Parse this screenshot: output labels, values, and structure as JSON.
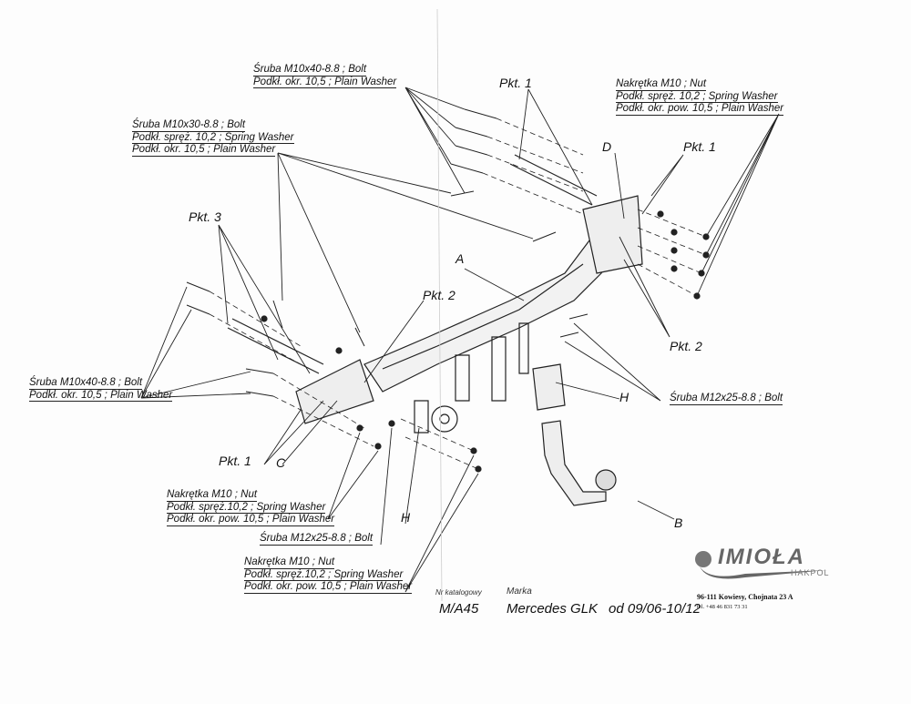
{
  "callouts": {
    "top_bolt": [
      "Śruba M10x40-8.8 ;  Bolt",
      "Podkł. okr. 10,5 ; Plain Washer"
    ],
    "left_top_bolt": [
      "Śruba M10x30-8.8 ;  Bolt",
      "Podkł. spręż. 10,2 ; Spring Washer",
      "Podkł. okr. 10,5 ; Plain Washer"
    ],
    "right_nut": [
      "Nakrętka  M10 ; Nut",
      "Podkł. spręż. 10,2 ; Spring Washer",
      "Podkł. okr. pow. 10,5 ; Plain Washer"
    ],
    "left_bolt": [
      "Śruba M10x40-8.8 ;  Bolt",
      "Podkł. okr. 10,5 ; Plain Washer"
    ],
    "bottom_nut_1": [
      "Nakrętka  M10 ; Nut",
      "Podkł. spręż.10,2 ; Spring Washer",
      "Podkł. okr. pow. 10,5 ; Plain Washer"
    ],
    "bottom_bolt": "Śruba M12x25-8.8 ;  Bolt",
    "bottom_nut_2": [
      "Nakrętka  M10 ; Nut",
      "Podkł. spręż.10,2 ; Spring Washer",
      "Podkł. okr. pow. 10,5 ; Plain Washer"
    ],
    "right_bolt": "Śruba M12x25-8.8 ;  Bolt"
  },
  "tags": {
    "pkt1_top": "Pkt. 1",
    "d": "D",
    "pkt1_right": "Pkt. 1",
    "pkt3": "Pkt. 3",
    "a": "A",
    "pkt2_mid": "Pkt. 2",
    "pkt2_right": "Pkt. 2",
    "h_right": "H",
    "pkt1_left": "Pkt. 1",
    "c": "C",
    "h_bottom": "H",
    "b": "B"
  },
  "titleblock": {
    "catalog_label": "Nr katalogowy",
    "catalog_value": "M/A45",
    "brand_label": "Marka",
    "brand_value": "Mercedes GLK",
    "years": "od 09/06-10/12"
  },
  "company": {
    "logo_text": "IMIOŁA",
    "logo_sub": "HAKPOL",
    "address": "96-111 Kowiesy, Chojnata 23 A",
    "phone": "tel. +48 46 831 73 31"
  }
}
